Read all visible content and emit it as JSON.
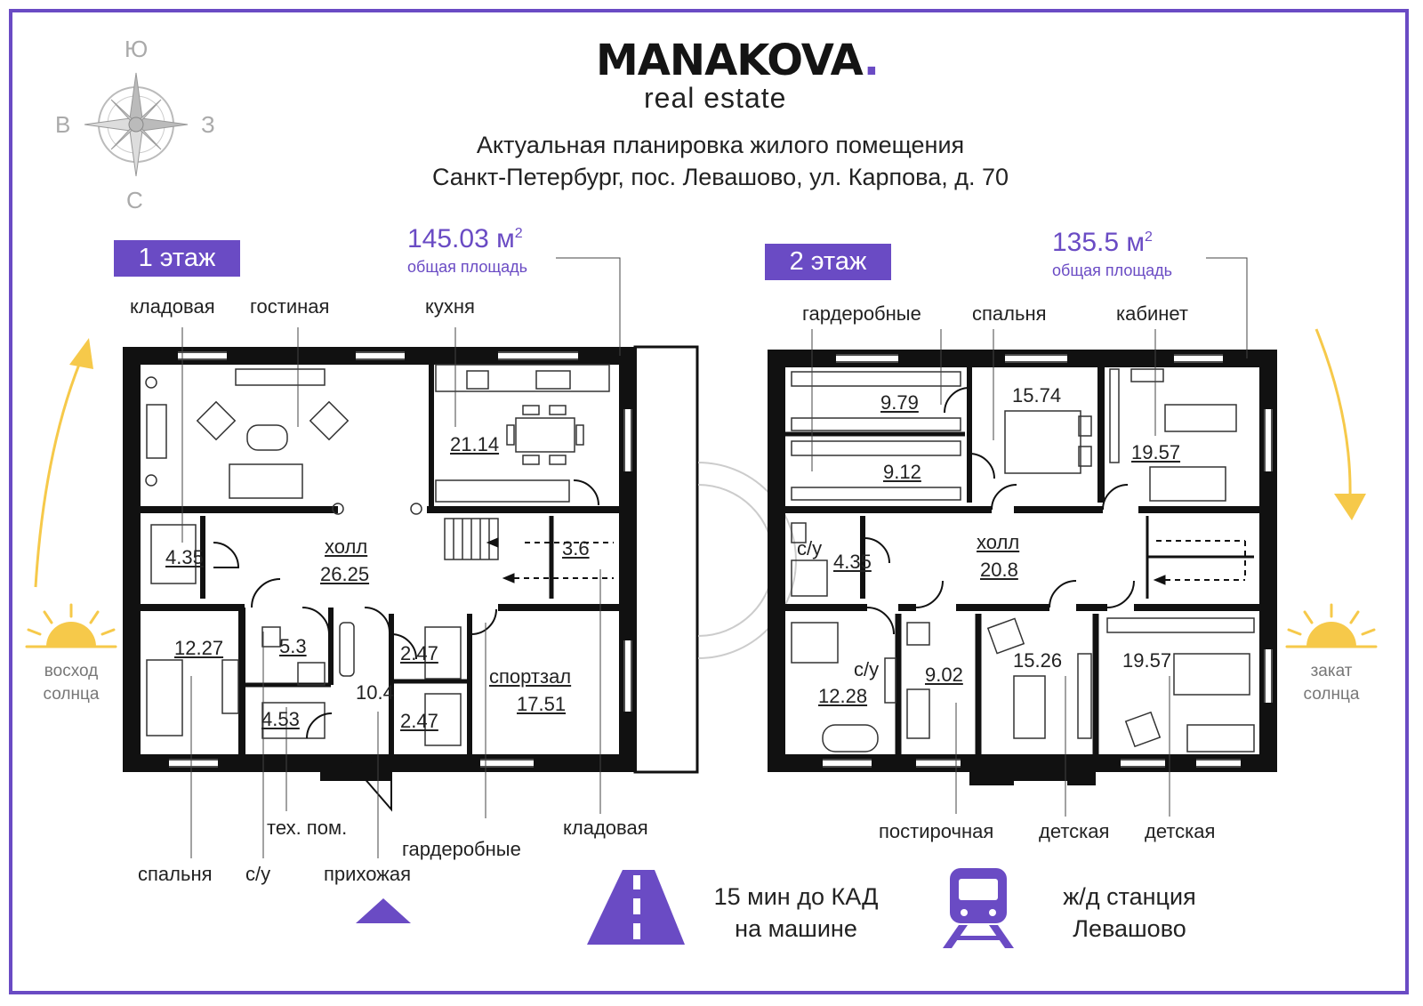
{
  "header": {
    "brand": "MANAKOVA",
    "brand_dot": ".",
    "brand_sub": "real estate",
    "title_line1": "Актуальная  планировка жилого помещения",
    "title_line2": "Санкт-Петербург, пос. Левашово, ул. Карпова, д. 70"
  },
  "compass": {
    "south": "Ю",
    "north": "С",
    "east": "В",
    "west": "З"
  },
  "sun": {
    "rise": [
      "восход",
      "солнца"
    ],
    "set": [
      "закат",
      "солнца"
    ]
  },
  "floor1": {
    "badge": "1 этаж",
    "area_value": "145.03 м",
    "area_sup": "2",
    "area_caption": "общая площадь",
    "labels_top": [
      "кладовая",
      "гостиная",
      "кухня"
    ],
    "labels_bottom": [
      "спальня",
      "с/у",
      "тех. пом.",
      "прихожая",
      "гардеробные",
      "кладовая"
    ],
    "rooms": {
      "storage": "4.35",
      "hall_name": "холл",
      "hall": "26.25",
      "kitchen": "21.14",
      "stair_store": "3.6",
      "bedroom": "12.27",
      "bath": "5.3",
      "tech": "4.53",
      "entry": "10.4",
      "wardrobe1": "2.47",
      "wardrobe2": "2.47",
      "gym_name": "спортзал",
      "gym": "17.51"
    }
  },
  "floor2": {
    "badge": "2 этаж",
    "area_value": "135.5 м",
    "area_sup": "2",
    "area_caption": "общая площадь",
    "labels_top": [
      "гардеробные",
      "спальня",
      "кабинет"
    ],
    "labels_bottom": [
      "постирочная",
      "детская",
      "детская"
    ],
    "rooms": {
      "wardrobe1": "9.79",
      "wardrobe2": "9.12",
      "bedroom": "15.74",
      "office": "19.57",
      "bath_small_name": "с/у",
      "bath_small": "4.35",
      "hall_name": "холл",
      "hall": "20.8",
      "bath_big_name": "с/у",
      "bath_big": "12.28",
      "laundry": "9.02",
      "kids1": "15.26",
      "kids2": "19.57"
    }
  },
  "info": {
    "road_line1": "15 мин до КАД",
    "road_line2": "на машине",
    "train_line1": "ж/д станция",
    "train_line2": "Левашово"
  },
  "colors": {
    "accent": "#6a4bc4",
    "sun": "#f6c94a",
    "wall": "#111111"
  },
  "icons": [
    "compass-rose-icon",
    "sun-icon",
    "arrow-icon",
    "road-icon",
    "train-icon",
    "triangle-entrance-icon"
  ]
}
